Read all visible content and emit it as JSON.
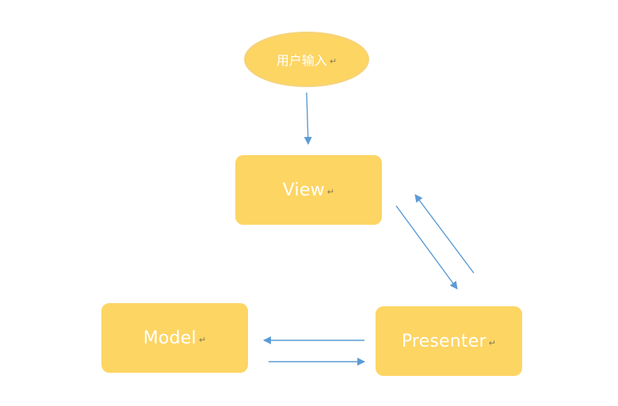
{
  "nodes": {
    "user_input": {
      "label": "用户输入"
    },
    "view": {
      "label": "View"
    },
    "model": {
      "label": "Model"
    },
    "presenter": {
      "label": "Presenter"
    }
  },
  "paragraph_mark": "↵",
  "colors": {
    "node_fill": "#fdd563",
    "text": "#ffffff",
    "arrow": "#5b9bd5"
  }
}
